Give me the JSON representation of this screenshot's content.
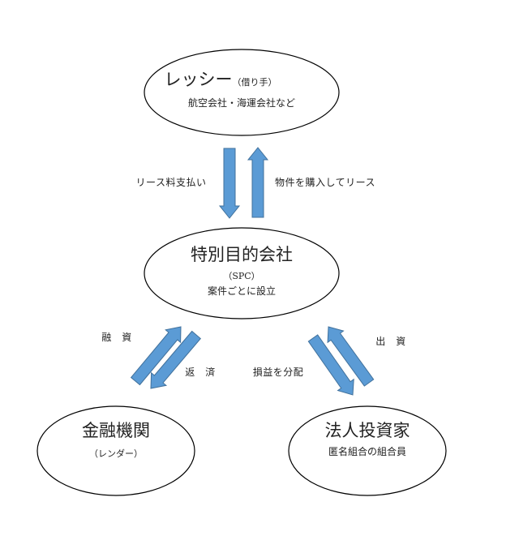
{
  "colors": {
    "arrow_fill": "#5b9bd5",
    "arrow_stroke": "#41719c",
    "ellipse_stroke": "#000000"
  },
  "nodes": {
    "lessee": {
      "title": "レッシー",
      "title_note": "（借り手）",
      "subtitle": "航空会社・海運会社など"
    },
    "spc": {
      "title": "特別目的会社",
      "abbr": "（SPC）",
      "subtitle": "案件ごとに設立"
    },
    "lender": {
      "title": "金融機関",
      "subtitle": "（レンダー）"
    },
    "investor": {
      "title": "法人投資家",
      "subtitle": "匿名組合の組合員"
    }
  },
  "edges": {
    "lease_payment": "リース料支払い",
    "purchase_lease": "物件を購入してリース",
    "financing": "融　資",
    "repayment": "返　済",
    "profit_distribution": "損益を分配",
    "investment": "出　資"
  }
}
